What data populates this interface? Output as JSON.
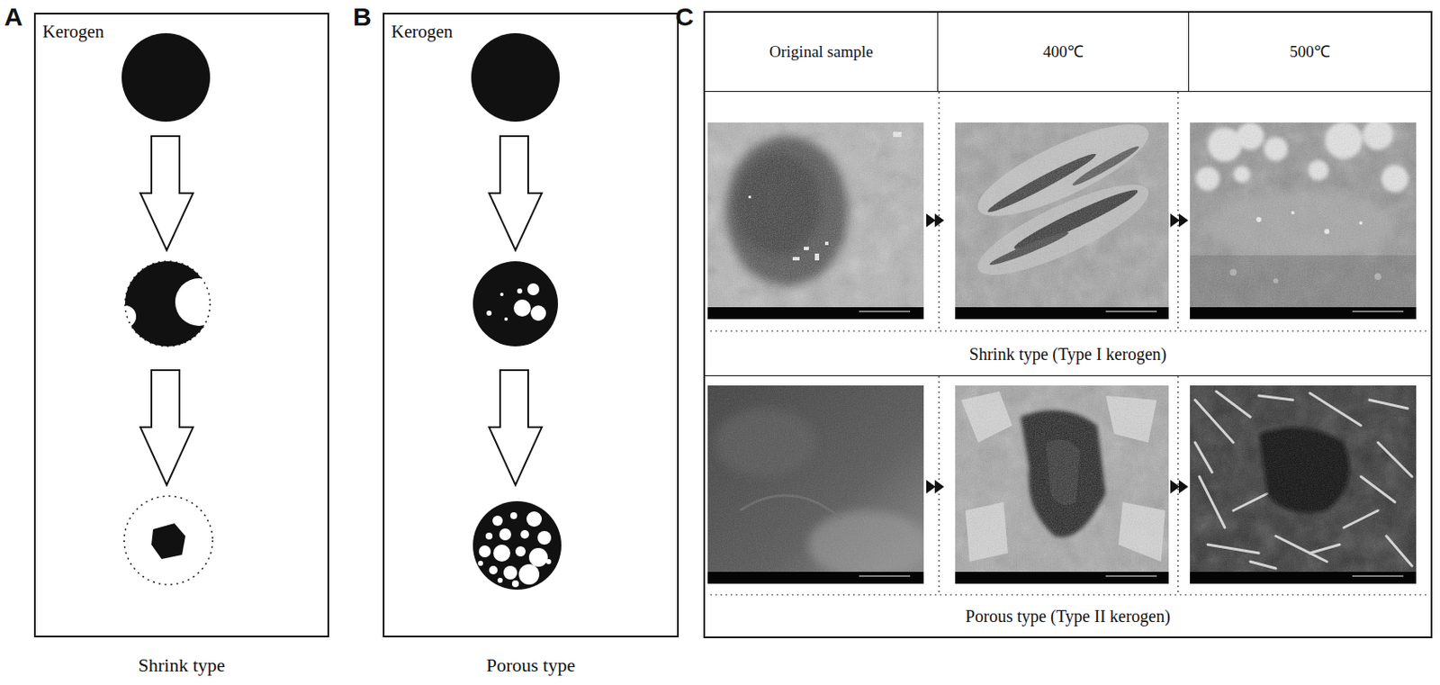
{
  "diagram": {
    "nodes": [
      {
        "text": [
          "A",
          "Kerogen",
          "Shrink type"
        ]
      },
      {
        "text": [
          "B",
          "Kerogen",
          "Porous type"
        ]
      },
      {
        "text": [
          "C"
        ]
      },
      {
        "text": [
          "Original sample"
        ],
        "in": 2
      },
      {
        "text": [
          "400℃"
        ],
        "in": 2
      },
      {
        "text": [
          "500℃"
        ],
        "in": 2
      },
      {
        "text": [
          "Shrink type (Type I kerogen)"
        ],
        "in": 2
      },
      {
        "text": [
          "Porous type (Type II kerogen)"
        ],
        "in": 2
      }
    ]
  }
}
